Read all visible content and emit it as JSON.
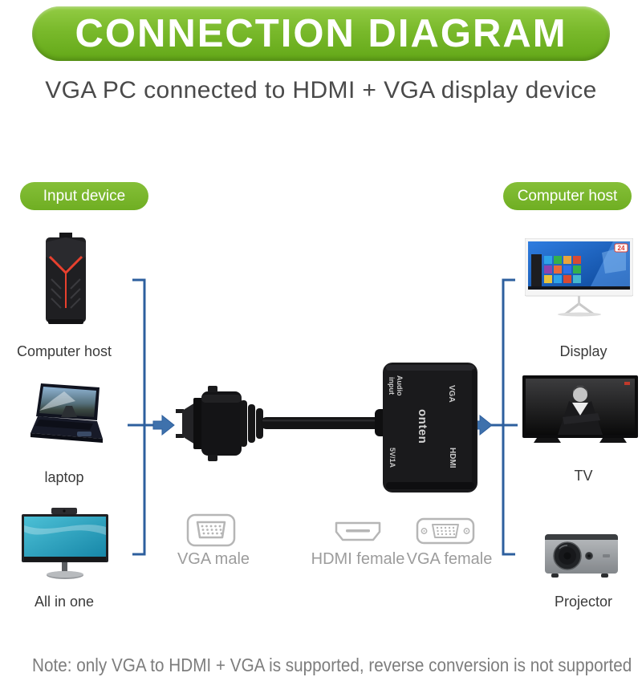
{
  "header": {
    "banner": "CONNECTION DIAGRAM",
    "subtitle": "VGA PC connected to HDMI + VGA display device"
  },
  "groups": {
    "input": {
      "label": "Input device",
      "devices": [
        "Computer host",
        "laptop",
        "All in one"
      ]
    },
    "output": {
      "label": "Computer host",
      "devices": [
        "Display",
        "TV",
        "Projector"
      ]
    }
  },
  "adapter": {
    "brand": "onten",
    "port_audio": "Audio input",
    "port_vga": "VGA",
    "port_power": "5V/1A",
    "port_hdmi": "HDMI"
  },
  "connectors": {
    "vga_male": "VGA male",
    "hdmi_female": "HDMI female",
    "vga_female": "VGA female"
  },
  "display_badge": "24",
  "note": "Note: only VGA to HDMI + VGA is supported, reverse conversion is not supported",
  "colors": {
    "green": "#76B82A",
    "blue_line": "#2D5F9E",
    "arrow_fill": "#3E71AC",
    "icon_gray": "#B6B6B6",
    "accent_red": "#E8402E"
  }
}
